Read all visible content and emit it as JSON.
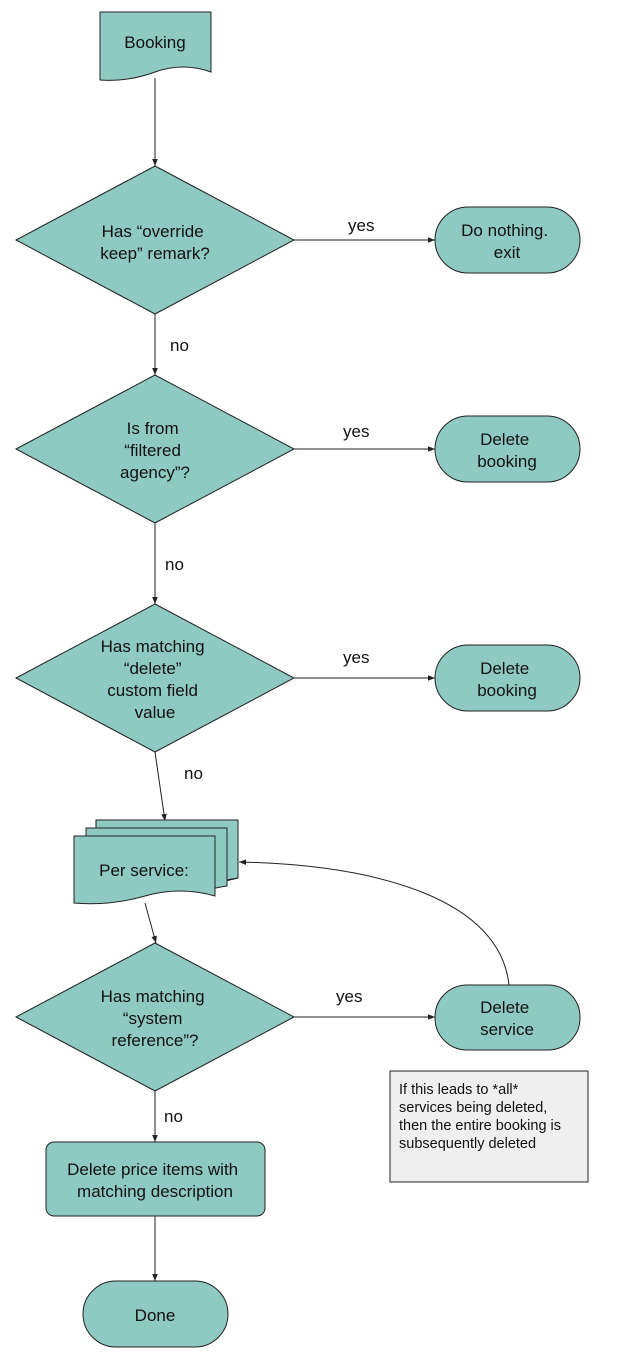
{
  "nodes": {
    "booking": [
      "Booking"
    ],
    "override_decision": [
      "Has “override",
      "keep” remark?"
    ],
    "do_nothing": [
      "Do nothing.",
      "exit"
    ],
    "agency_decision": [
      "Is from",
      "“filtered",
      "agency”?"
    ],
    "delete_booking_1": [
      "Delete",
      "booking"
    ],
    "custom_field_decision": [
      "Has matching",
      "“delete”",
      "custom field",
      "value"
    ],
    "delete_booking_2": [
      "Delete",
      "booking"
    ],
    "per_service": [
      "Per service:"
    ],
    "system_ref_decision": [
      "Has matching",
      "“system",
      "reference”?"
    ],
    "delete_service": [
      "Delete",
      "service"
    ],
    "delete_price_items": [
      "Delete price items with",
      "matching description"
    ],
    "done": [
      "Done"
    ]
  },
  "edges": {
    "yes_1": "yes",
    "no_1": "no",
    "yes_2": "yes",
    "no_2": "no",
    "yes_3": "yes",
    "no_3": "no",
    "yes_4": "yes",
    "no_4": "no"
  },
  "note": [
    "If this leads to *all*",
    "services being deleted,",
    "then the entire booking is",
    "subsequently deleted"
  ],
  "colors": {
    "shape_fill": "#8ecac1",
    "note_fill": "#efefef",
    "stroke": "#222222"
  }
}
